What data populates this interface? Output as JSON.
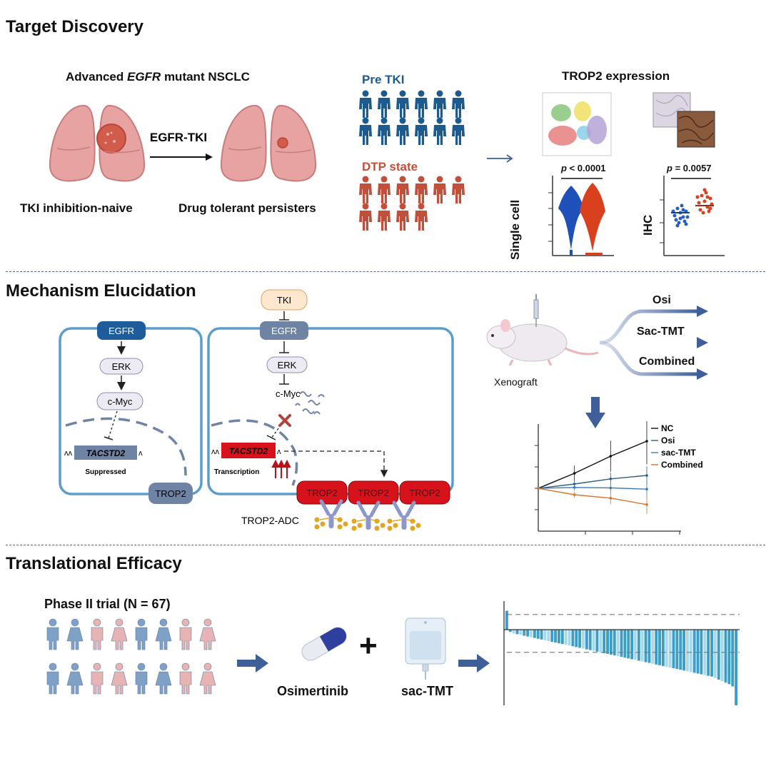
{
  "colors": {
    "section_divider": "#4a6888",
    "pre_tki": "#1d5a8e",
    "dtp": "#c0503a",
    "egfr_dark": "#1e5c9b",
    "egfr_muted": "#6f83a5",
    "trop2_red": "#d8121a",
    "cell_border": "#5b9cc8",
    "arrow_blue": "#3e5f98",
    "waterfall": "#3a9ec8"
  },
  "target": {
    "title": "Target Discovery",
    "nsclc_label_pre": "Advanced ",
    "nsclc_label_gene": "EGFR",
    "nsclc_label_post": " mutant NSCLC",
    "egfr_tki": "EGFR-TKI",
    "naive": "TKI inhibition-naive",
    "persisters": "Drug tolerant persisters",
    "pre_tki": "Pre TKI",
    "dtp_state": "DTP state",
    "pre_tki_count": 12,
    "dtp_count": 10,
    "trop2_expression": "TROP2 expression",
    "p_single_cell_prefix": "p",
    "p_single_cell_value": " < 0.0001",
    "p_ihc_prefix": "p",
    "p_ihc_value": " = 0.0057",
    "single_cell": "Single cell",
    "ihc": "IHC"
  },
  "mechanism": {
    "title": "Mechanism Elucidation",
    "left_cell": {
      "egfr": "EGFR",
      "erk": "ERK",
      "cmyc": "c-Myc",
      "gene": "TACSTD2",
      "gene_state": "Suppressed",
      "trop2": "TROP2"
    },
    "right_cell": {
      "tki": "TKI",
      "egfr": "EGFR",
      "erk": "ERK",
      "cmyc": "c-Myc",
      "gene": "TACSTD2",
      "gene_state": "Transcription",
      "trop2_labels": [
        "TROP2",
        "TROP2",
        "TROP2"
      ],
      "adc": "TROP2-ADC"
    },
    "xenograft": "Xenograft",
    "treatments": [
      "Osi",
      "Sac-TMT",
      "Combined"
    ],
    "chart_data": {
      "type": "line",
      "x": [
        0,
        1,
        2,
        3
      ],
      "series": [
        {
          "name": "NC",
          "values": [
            1.0,
            1.35,
            1.75,
            2.1
          ],
          "color": "#111111"
        },
        {
          "name": "Osi",
          "values": [
            1.0,
            1.1,
            1.22,
            1.3
          ],
          "color": "#2c5f86"
        },
        {
          "name": "sac-TMT",
          "values": [
            1.0,
            1.02,
            1.01,
            0.98
          ],
          "color": "#3c7bb0"
        },
        {
          "name": "Combined",
          "values": [
            1.0,
            0.85,
            0.77,
            0.62
          ],
          "color": "#d9742a"
        }
      ],
      "ylim": [
        0,
        2.5
      ]
    }
  },
  "translational": {
    "title": "Translational Efficacy",
    "trial_label": "Phase II trial (N = 67)",
    "osimertinib": "Osimertinib",
    "sac_tmt": "sac-TMT",
    "plus": "+",
    "waterfall_data": {
      "type": "bar",
      "count": 67,
      "values": [
        25,
        -3,
        -5,
        -6,
        -7,
        -8,
        -9,
        -10,
        -11,
        -12,
        -13,
        -14,
        -15,
        -16,
        -17,
        -18,
        -19,
        -20,
        -21,
        -22,
        -23,
        -24,
        -25,
        -26,
        -27,
        -28,
        -29,
        -30,
        -31,
        -32,
        -33,
        -34,
        -35,
        -36,
        -37,
        -38,
        -39,
        -40,
        -41,
        -42,
        -43,
        -44,
        -45,
        -46,
        -47,
        -48,
        -49,
        -50,
        -51,
        -52,
        -53,
        -54,
        -55,
        -56,
        -57,
        -58,
        -59,
        -60,
        -61,
        -62,
        -64,
        -66,
        -68,
        -70,
        -72,
        -75,
        -100
      ],
      "reference_lines": [
        20,
        -30
      ],
      "ylim": [
        -100,
        30
      ]
    }
  }
}
